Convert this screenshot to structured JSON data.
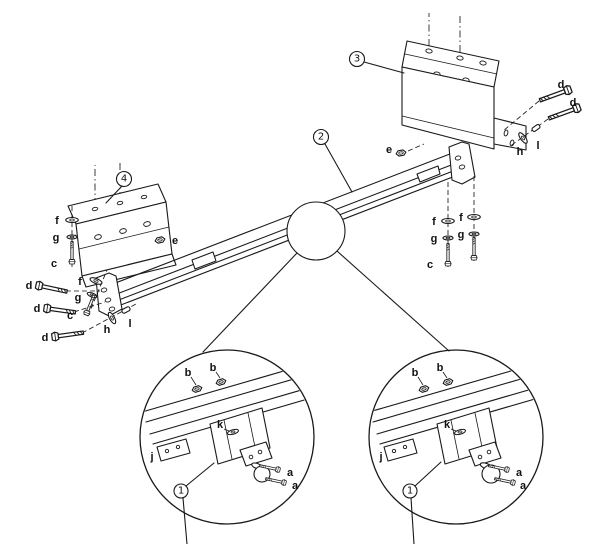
{
  "figure": {
    "kind": "exploded-assembly-diagram",
    "background": "#ffffff",
    "line_color": "#1a1a1a"
  },
  "callouts": {
    "part2": "2",
    "part3": "3",
    "part4": "4",
    "detail_left_part1": "1",
    "detail_right_part1": "1"
  },
  "labels": {
    "top_right": {
      "d1": "d",
      "d2": "d",
      "h": "h",
      "l": "l",
      "e": "e"
    },
    "right_lower": {
      "f1": "f",
      "g1": "g",
      "c1": "c",
      "f2": "f",
      "g2": "g"
    },
    "left_upper": {
      "f1": "f",
      "g1": "g",
      "c1": "c",
      "e": "e"
    },
    "left_lower": {
      "f2": "f",
      "g2": "g",
      "c2": "c",
      "d1": "d",
      "d2": "d",
      "d3": "d",
      "h": "h",
      "l": "l"
    },
    "detail_left": {
      "b1": "b",
      "b2": "b",
      "k": "k",
      "j": "j",
      "a1": "a",
      "a2": "a"
    },
    "detail_right": {
      "b1": "b",
      "b2": "b",
      "k": "k",
      "j": "j",
      "a1": "a",
      "a2": "a"
    }
  }
}
